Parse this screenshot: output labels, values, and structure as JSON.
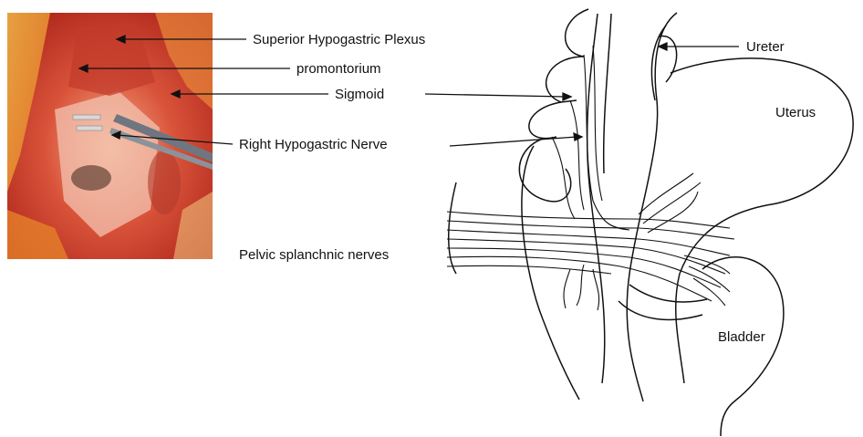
{
  "photo": {
    "description_icon": "surgical-photo-icon"
  },
  "labels": {
    "superior_hypogastric_plexus": "Superior Hypogastric Plexus",
    "promontorium": "promontorium",
    "sigmoid": "Sigmoid",
    "right_hypogastric_nerve": "Right Hypogastric Nerve",
    "pelvic_splanchnic_nerves": "Pelvic splanchnic nerves",
    "ureter": "Ureter",
    "uterus": "Uterus",
    "bladder": "Bladder"
  },
  "colors": {
    "line": "#111111",
    "tissue_dark": "#b3261e",
    "tissue_mid": "#d9533a",
    "tissue_light": "#f0a07a",
    "fat": "#f2b84a"
  }
}
